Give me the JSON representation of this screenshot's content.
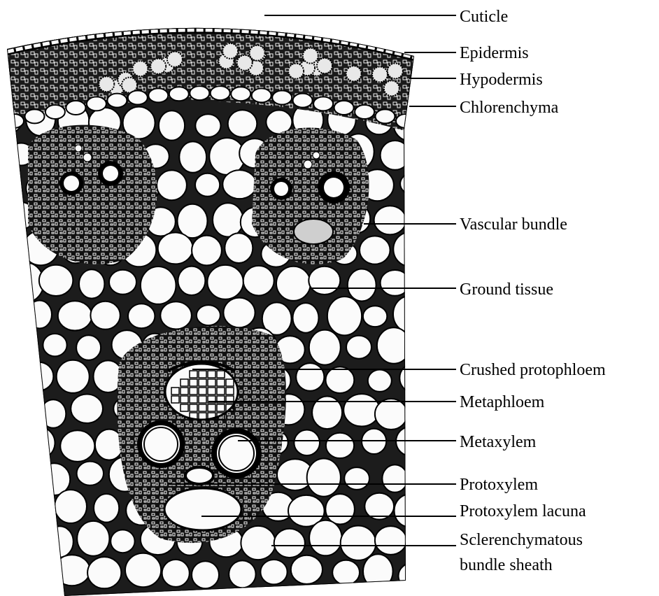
{
  "labels": {
    "cuticle": "Cuticle",
    "epidermis": "Epidermis",
    "hypodermis": "Hypodermis",
    "chlorenchyma": "Chlorenchyma",
    "vascular_bundle": "Vascular bundle",
    "ground_tissue": "Ground tissue",
    "crushed_protophloem": "Crushed protophloem",
    "metaphloem": "Metaphloem",
    "metaxylem": "Metaxylem",
    "protoxylem": "Protoxylem",
    "protoxylem_lacuna": "Protoxylem lacuna",
    "bundle_sheath_line1": "Sclerenchymatous",
    "bundle_sheath_line2": "bundle sheath"
  },
  "colors": {
    "ink": "#000000",
    "cell_fill": "#fbfbfb",
    "background": "#ffffff"
  }
}
